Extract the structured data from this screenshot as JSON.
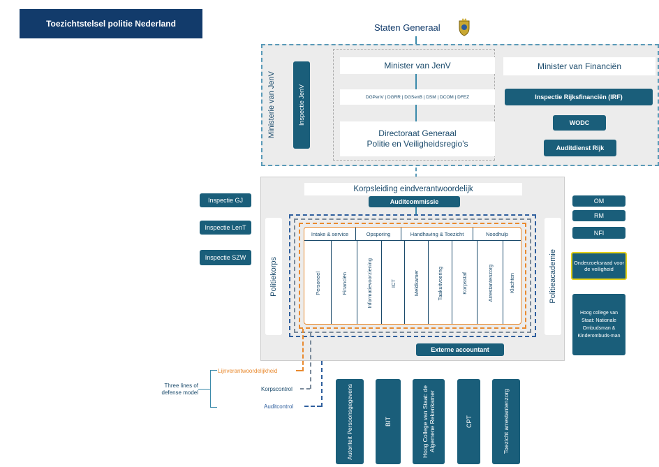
{
  "title": "Toezichtstelsel politie Nederland",
  "top": {
    "staten": "Staten Generaal",
    "ministerie": "Ministerie van JenV",
    "inspectie_jenv": "Inspectie JenV",
    "minister_jenv": "Minister van JenV",
    "dg_list": "DGPenV | DGRR | DGSenB | DSM | DCOM | DFEZ",
    "dg_line1": "Directoraat Generaal",
    "dg_line2": "Politie en Veiligheidsregio's",
    "minister_fin": "Minister van Financiën",
    "irf": "Inspectie Rijksfinanciën (IRF)",
    "wodc": "WODC",
    "auditdienst": "Auditdienst Rijk"
  },
  "middle": {
    "korpsleiding": "Korpsleiding eindverantwoordelijk",
    "auditcommissie": "Auditcommissie",
    "politiekorps": "Politiekorps",
    "politieacademie": "Politieacademie",
    "externe_accountant": "Externe accountant",
    "headers": [
      "Intake & service",
      "Opsporing",
      "Handhaving & Toezicht",
      "Noodhulp"
    ],
    "columns": [
      "Personeel",
      "Financiën",
      "Informatievoorziening",
      "ICT",
      "Meldkamer",
      "Taakuitvoering",
      "Korpsstaf",
      "Arrestantenzorg",
      "Klachten"
    ]
  },
  "left_inspecties": [
    "Inspectie GJ",
    "Inspectie LenT",
    "Inspectie SZW"
  ],
  "right_boxes": {
    "om": "OM",
    "rm": "RM",
    "nfi": "NFI",
    "onderzoeksraad": "Onderzoeksraad voor de veiligheid",
    "hoog_college": "Hoog college van Staat: Nationale Ombudsman & Kinderombuds-man"
  },
  "defense": {
    "label": "Three lines of defense model",
    "lijn": "Lijnverantwoordelijkheid",
    "korpscontrol": "Korpscontrol",
    "auditcontrol": "Auditcontrol"
  },
  "bottom_boxes": [
    "Autoriteit Persoonsgegevens",
    "BIT",
    "Hoog College van Staat: de Algemene Rekenkamer",
    "CPT",
    "Toezicht arrestantenzorg"
  ],
  "colors": {
    "teal": "#1a5e7a",
    "navy": "#123b6b",
    "orange": "#e98a2f",
    "yellow": "#e6d21a"
  }
}
